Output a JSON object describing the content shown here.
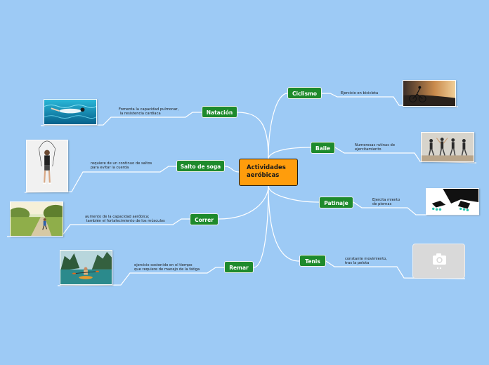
{
  "central": {
    "line1": "Actividades",
    "line2": "aeróbicas"
  },
  "branches": {
    "natacion": {
      "label": "Natación",
      "note": "Fomenta la capacidad pulmonar,\n la resistencia cardiaca",
      "image": "swimmer-photo"
    },
    "salto": {
      "label": "Salto de soga",
      "note": "requiere de un continuo de saltos\npara evitar la cuerda",
      "image": "jump-rope-photo"
    },
    "correr": {
      "label": "Correr",
      "note": "aumento de la capacidad aeróbica;\n también el fortalecimiento de los músculos",
      "image": "runner-photo"
    },
    "remar": {
      "label": "Remar",
      "note": "ejercicio sostenido en el tiempo\nque requiere de manejo de la fatiga",
      "image": "kayak-photo"
    },
    "ciclismo": {
      "label": "Ciclismo",
      "note": "Ejercicio en bicicleta",
      "image": "cyclist-photo"
    },
    "baile": {
      "label": "Baile",
      "note": "Numerosas rutinas de\nejercitamiento",
      "image": "dance-class-photo"
    },
    "patinaje": {
      "label": "Patinaje",
      "note": "Ejercita miento\nde piernas",
      "image": "rollerblades-photo"
    },
    "tenis": {
      "label": "Tenis",
      "note": "constante movimiento,\ntras la pelota",
      "image": "camera-placeholder-icon"
    }
  },
  "colors": {
    "background": "#9dcaf5",
    "central": "#ff9d0c",
    "branch": "#1e8a2c",
    "connector": "#ffffff"
  }
}
